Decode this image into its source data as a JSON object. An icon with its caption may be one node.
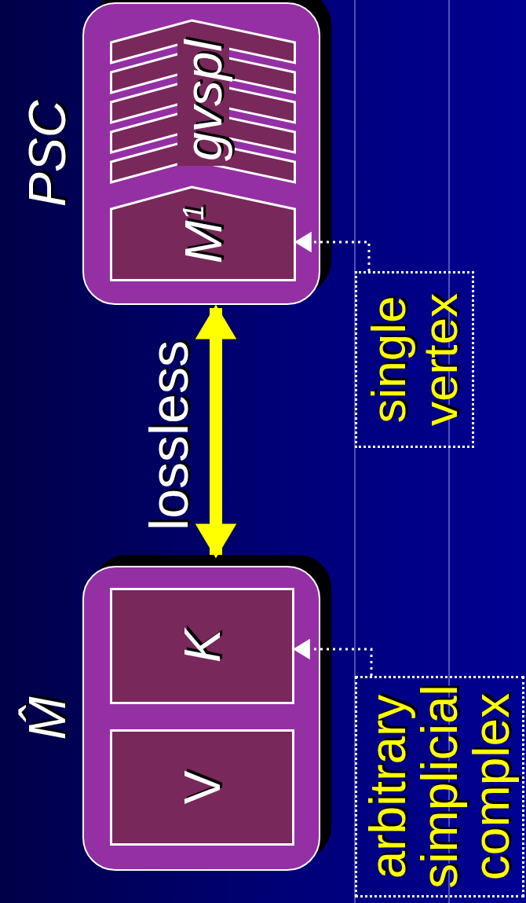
{
  "diagram": {
    "nodes": [
      {
        "text": [
          "M̂"
        ]
      },
      {
        "text": [
          "V"
        ],
        "in": 0
      },
      {
        "text": [
          "K"
        ],
        "in": 0
      },
      {
        "text": [
          "PSC"
        ]
      },
      {
        "text": [
          "M$^{1}$"
        ],
        "in": 3
      },
      {
        "text": [
          "gvspl"
        ],
        "in": 3
      },
      {
        "text": [
          "arbitrary simplicial complex"
        ]
      },
      {
        "text": [
          "single vertex"
        ]
      }
    ],
    "edges": [
      {
        "from": 6,
        "to": 2,
        "arrow": "to",
        "style": "dashed"
      },
      {
        "from": 7,
        "to": 4,
        "arrow": "to",
        "style": "dashed"
      },
      {
        "from": 0,
        "to": 3,
        "arrow": "both",
        "label": "lossless",
        "style": "thick",
        "color": "#ffff00"
      }
    ]
  }
}
